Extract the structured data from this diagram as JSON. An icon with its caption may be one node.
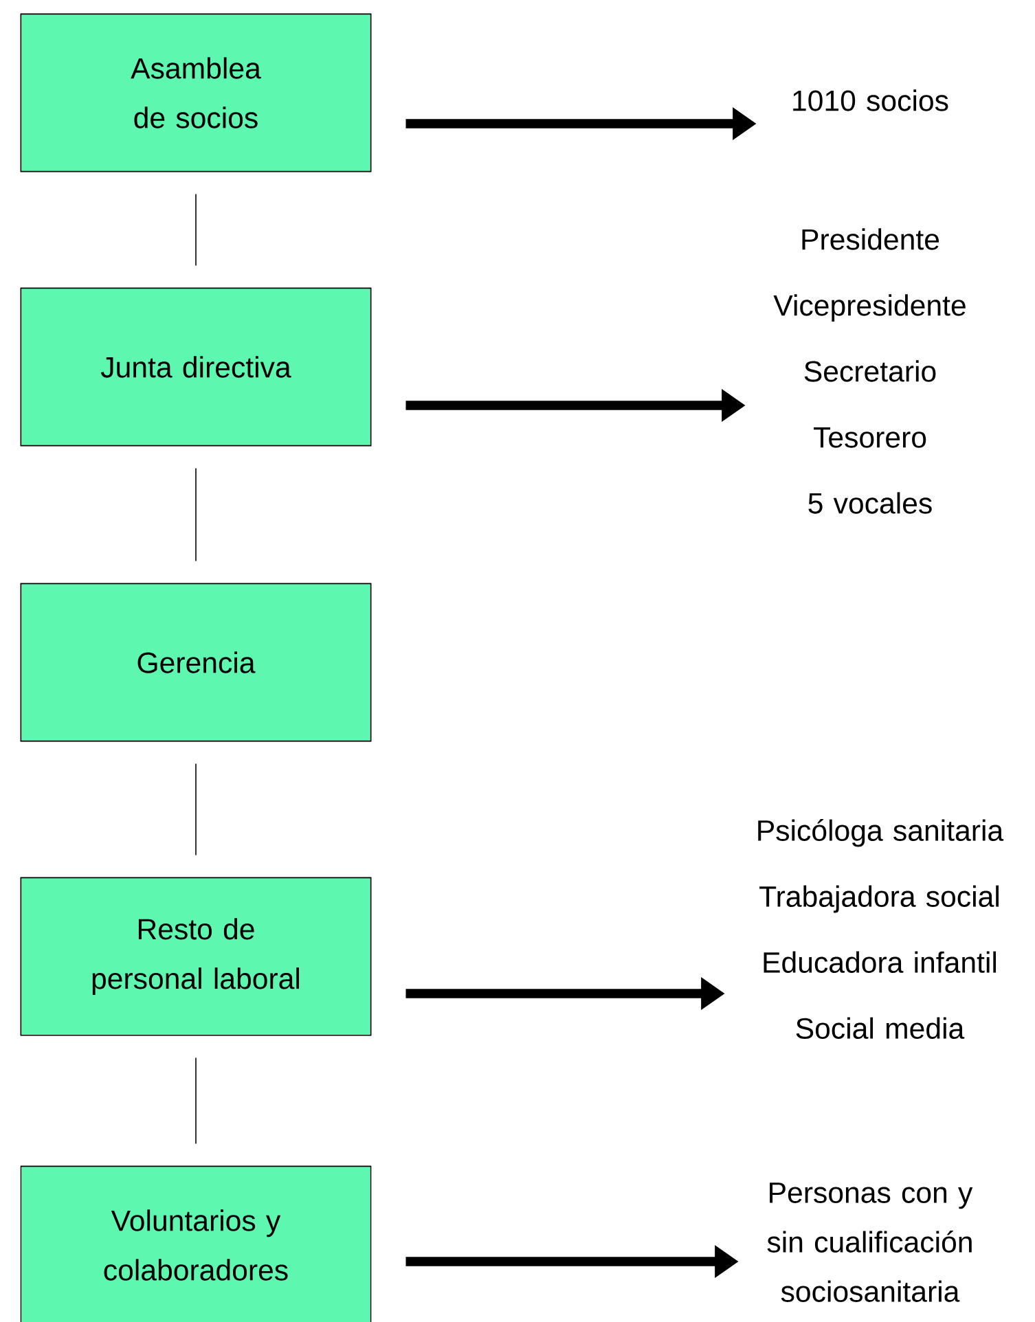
{
  "diagram": {
    "nodes": [
      {
        "text": [
          "Asamblea de socios"
        ]
      },
      {
        "text": [
          "Junta directiva"
        ]
      },
      {
        "text": [
          "Gerencia"
        ]
      },
      {
        "text": [
          "Resto de personal laboral"
        ]
      },
      {
        "text": [
          "Voluntarios y colaboradores"
        ]
      },
      {
        "text": [
          "1010 socios"
        ]
      },
      {
        "text": [
          "Presidente",
          "Vicepresidente",
          "Secretario",
          "Tesorero",
          "5 vocales"
        ]
      },
      {
        "text": [
          "Psicóloga sanitaria",
          "Trabajadora social",
          "Educadora infantil",
          "Social media"
        ]
      },
      {
        "text": [
          "Personas con y sin cualificación sociosanitaria"
        ]
      }
    ],
    "edges": [
      {
        "from": 0,
        "to": 1,
        "arrow": "none"
      },
      {
        "from": 1,
        "to": 2,
        "arrow": "none"
      },
      {
        "from": 2,
        "to": 3,
        "arrow": "none"
      },
      {
        "from": 3,
        "to": 4,
        "arrow": "none"
      },
      {
        "from": 0,
        "to": 5,
        "arrow": "to",
        "style": "thick"
      },
      {
        "from": 1,
        "to": 6,
        "arrow": "to",
        "style": "thick"
      },
      {
        "from": 3,
        "to": 7,
        "arrow": "to",
        "style": "thick"
      },
      {
        "from": 4,
        "to": 8,
        "arrow": "to",
        "style": "thick"
      }
    ]
  }
}
